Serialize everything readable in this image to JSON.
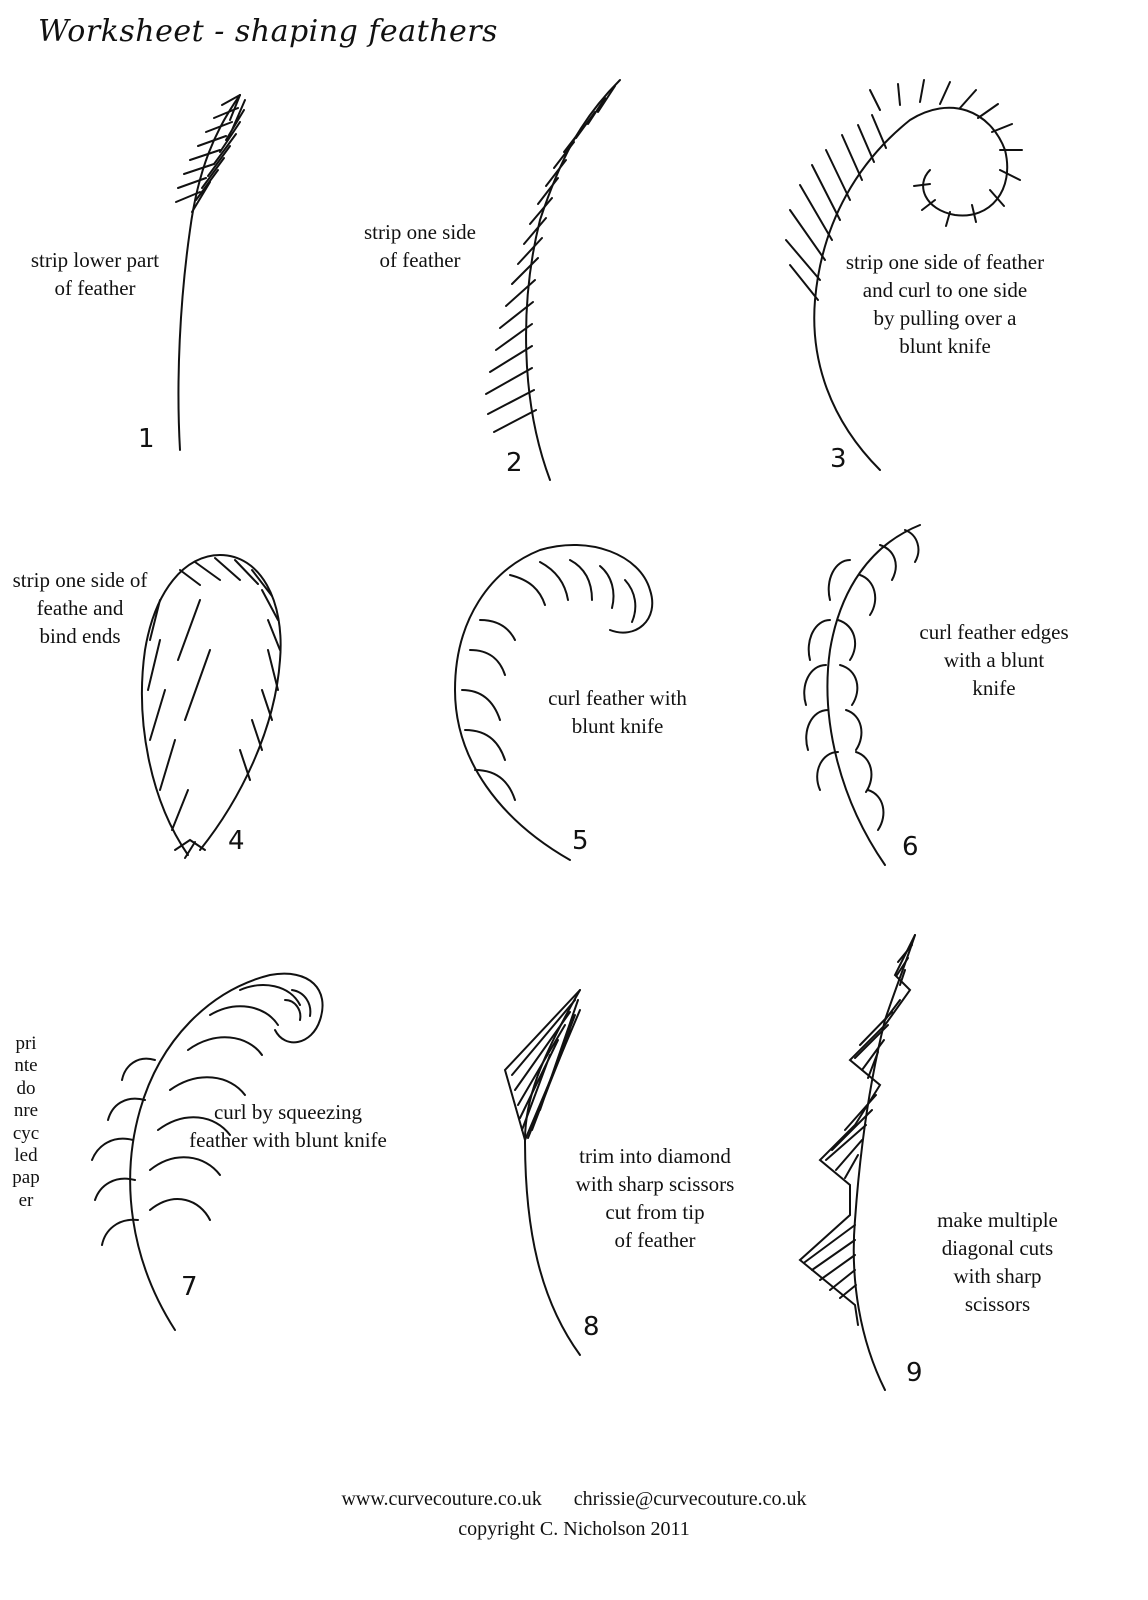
{
  "title": "Worksheet - shaping feathers",
  "steps": [
    {
      "number": "1",
      "label": "strip lower part\nof feather"
    },
    {
      "number": "2",
      "label": "strip one side\nof feather"
    },
    {
      "number": "3",
      "label": "strip one side of feather\nand curl to one side\nby pulling over a\nblunt knife"
    },
    {
      "number": "4",
      "label": "strip one side of\nfeathe and\nbind ends"
    },
    {
      "number": "5",
      "label": "curl feather with\nblunt knife"
    },
    {
      "number": "6",
      "label": "curl feather edges\nwith a blunt\nknife"
    },
    {
      "number": "7",
      "label": "curl by squeezing\nfeather with blunt knife"
    },
    {
      "number": "8",
      "label": "trim into diamond\nwith sharp scissors\ncut from tip\nof feather"
    },
    {
      "number": "9",
      "label": "make multiple\ndiagonal cuts\nwith sharp\nscissors"
    }
  ],
  "side_note": "printedonrecycledpaper",
  "footer": {
    "website": "www.curvecouture.co.uk",
    "email": "chrissie@curvecouture.co.uk",
    "copyright": "copyright C. Nicholson 2011"
  }
}
